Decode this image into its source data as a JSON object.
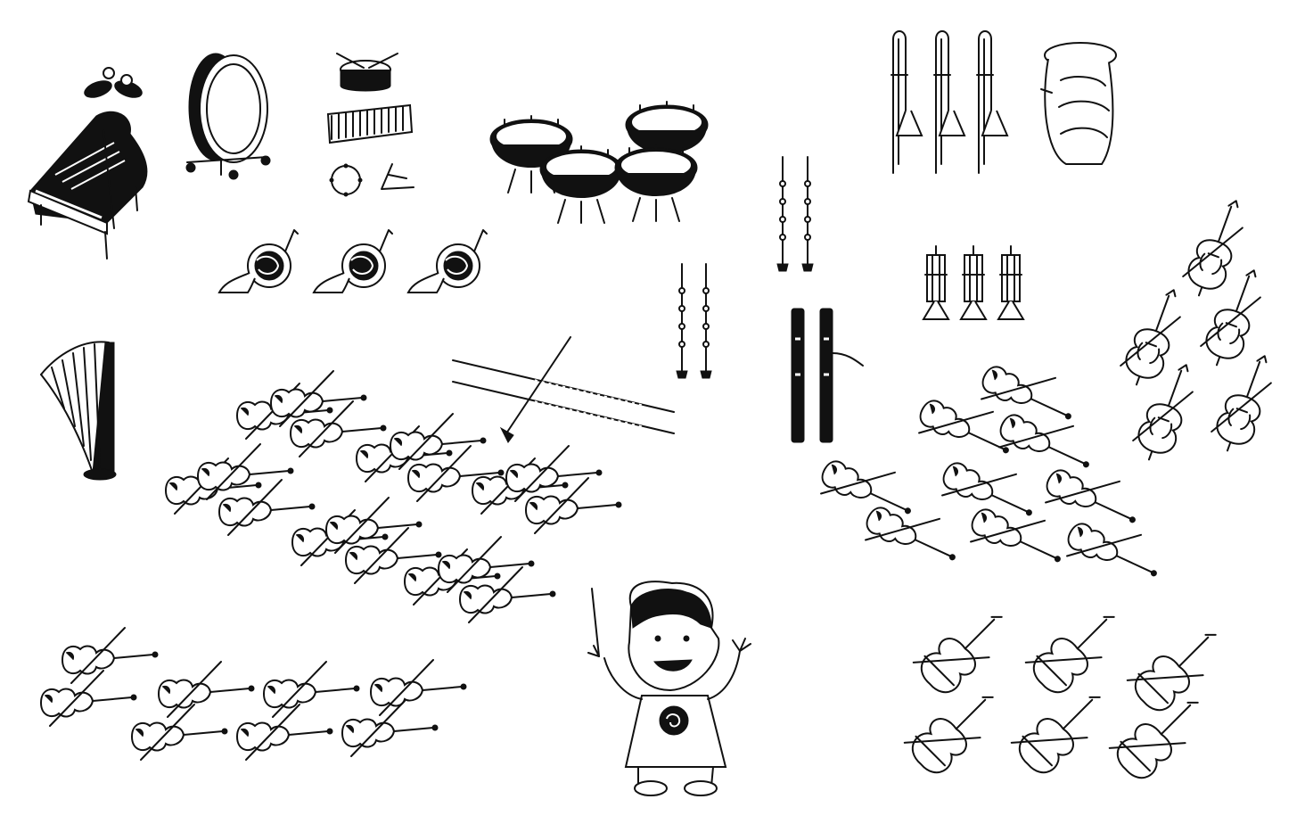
{
  "scene": {
    "ink_color": "#111111",
    "paper_color": "#ffffff",
    "sections": [
      {
        "name": "percussion",
        "icons": [
          "piano-icon",
          "cymbals-icon",
          "bass-drum-icon",
          "snare-drum-icon",
          "glockenspiel-icon",
          "tambourine-icon",
          "triangle-icon",
          "timpani-icon"
        ]
      },
      {
        "name": "horns",
        "icons": [
          "french-horn-icon"
        ],
        "count": 3
      },
      {
        "name": "harp",
        "icons": [
          "harp-icon"
        ],
        "count": 1
      },
      {
        "name": "woodwinds",
        "icons": [
          "flute-icon",
          "clarinet-icon",
          "oboe-icon",
          "bassoon-icon"
        ]
      },
      {
        "name": "brass",
        "icons": [
          "trombone-icon",
          "tuba-icon",
          "trumpet-icon"
        ]
      },
      {
        "name": "strings",
        "icons": [
          "violin-icon",
          "viola-icon",
          "cello-icon",
          "double-bass-icon"
        ]
      },
      {
        "name": "conductor",
        "icons": [
          "conductor-icon",
          "baton-icon"
        ]
      }
    ]
  }
}
